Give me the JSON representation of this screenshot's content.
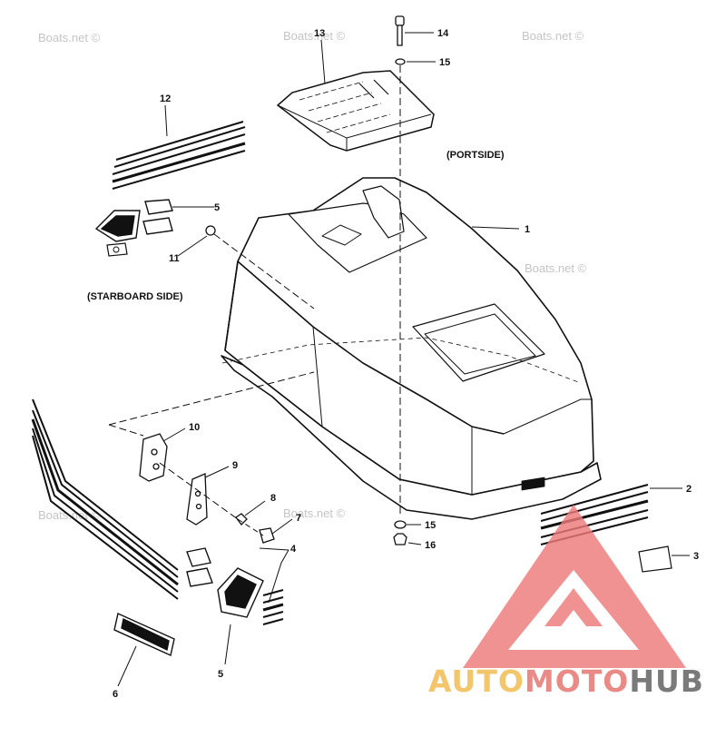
{
  "diagram": {
    "side_labels": {
      "portside": "(PORTSIDE)",
      "starboard": "(STARBOARD SIDE)"
    },
    "callouts": [
      "1",
      "2",
      "3",
      "4",
      "5",
      "5",
      "6",
      "7",
      "8",
      "9",
      "10",
      "11",
      "12",
      "13",
      "14",
      "15",
      "15",
      "16"
    ],
    "watermark": "Boats.net ©"
  },
  "brand": {
    "auto": "AUTO",
    "moto": "MOTO",
    "hub": "HUB",
    "colors": {
      "logo": "#ee7a7a",
      "auto": "#f3c66c",
      "moto": "#e98a86",
      "hub": "#7a7a7a"
    }
  },
  "colors": {
    "ink": "#111111",
    "watermark": "#c4c4c4",
    "background": "#ffffff"
  }
}
